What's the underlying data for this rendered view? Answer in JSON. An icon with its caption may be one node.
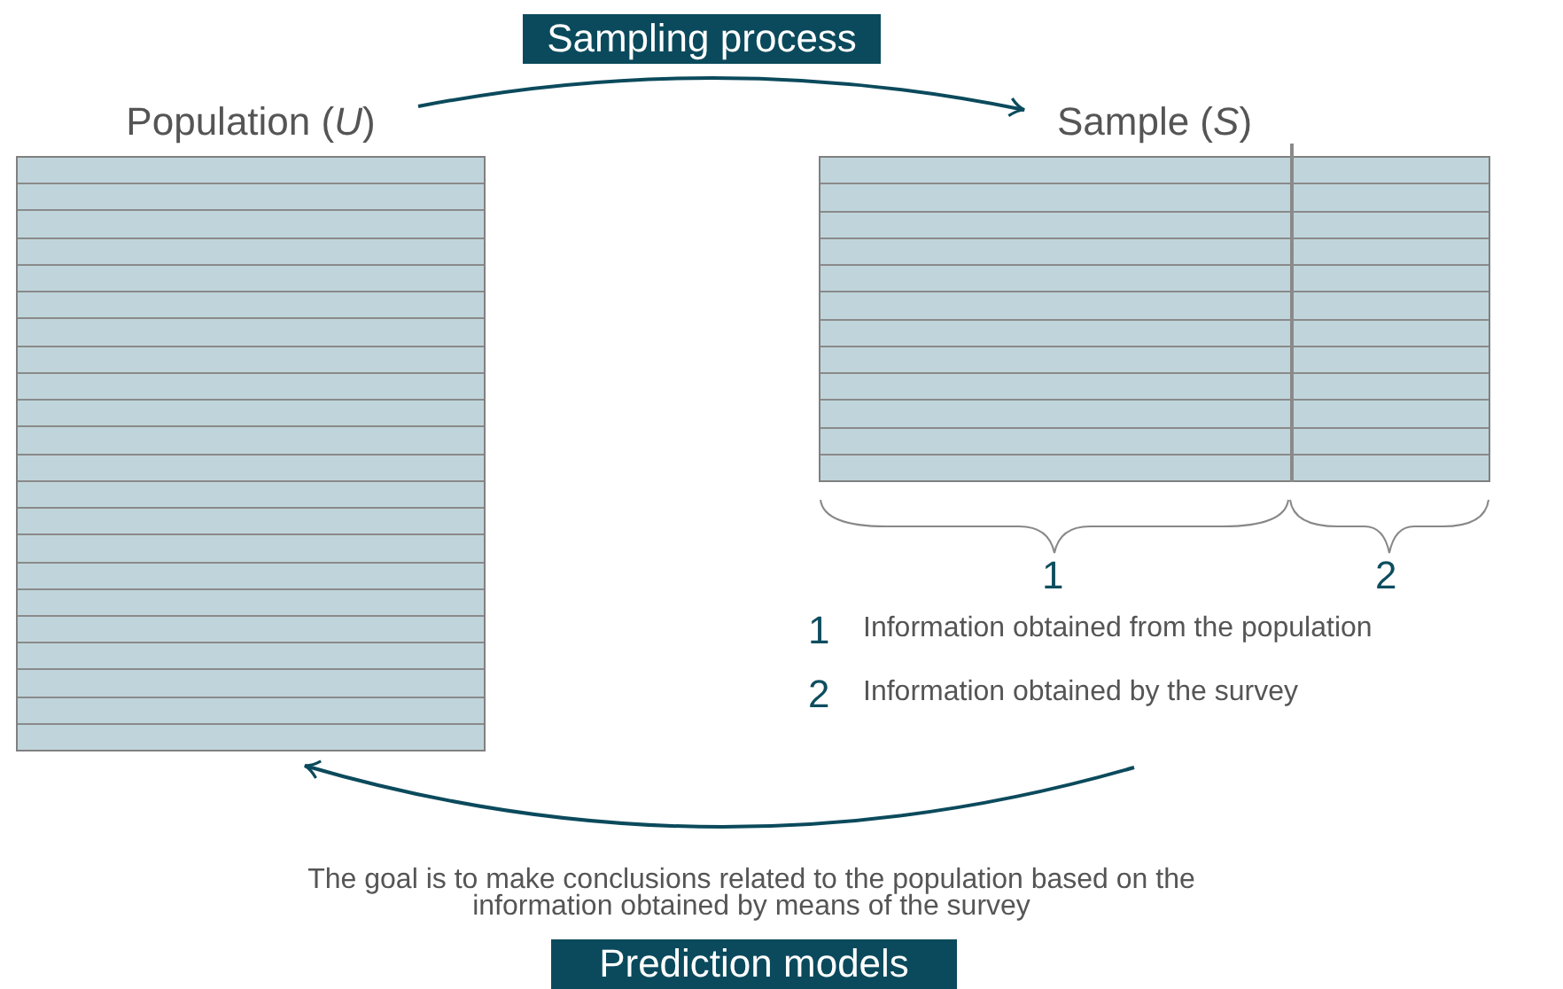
{
  "diagram": {
    "nodes": [
      {
        "text": [
          "Population (*U*)"
        ]
      },
      {
        "text": [
          "Sample (*S*)"
        ]
      }
    ],
    "edges": [
      {
        "from": 0,
        "to": 1,
        "arrow": "to",
        "label": "Sampling process"
      },
      {
        "from": null,
        "to": 0,
        "arrow": "to"
      }
    ],
    "labels": [
      "1",
      "2",
      "1",
      "Information obtained from the population",
      "2",
      "Information obtained by the survey",
      "The goal is to make conclusions related to the population based on the information obtained by means of the survey",
      "Prediction models"
    ]
  }
}
